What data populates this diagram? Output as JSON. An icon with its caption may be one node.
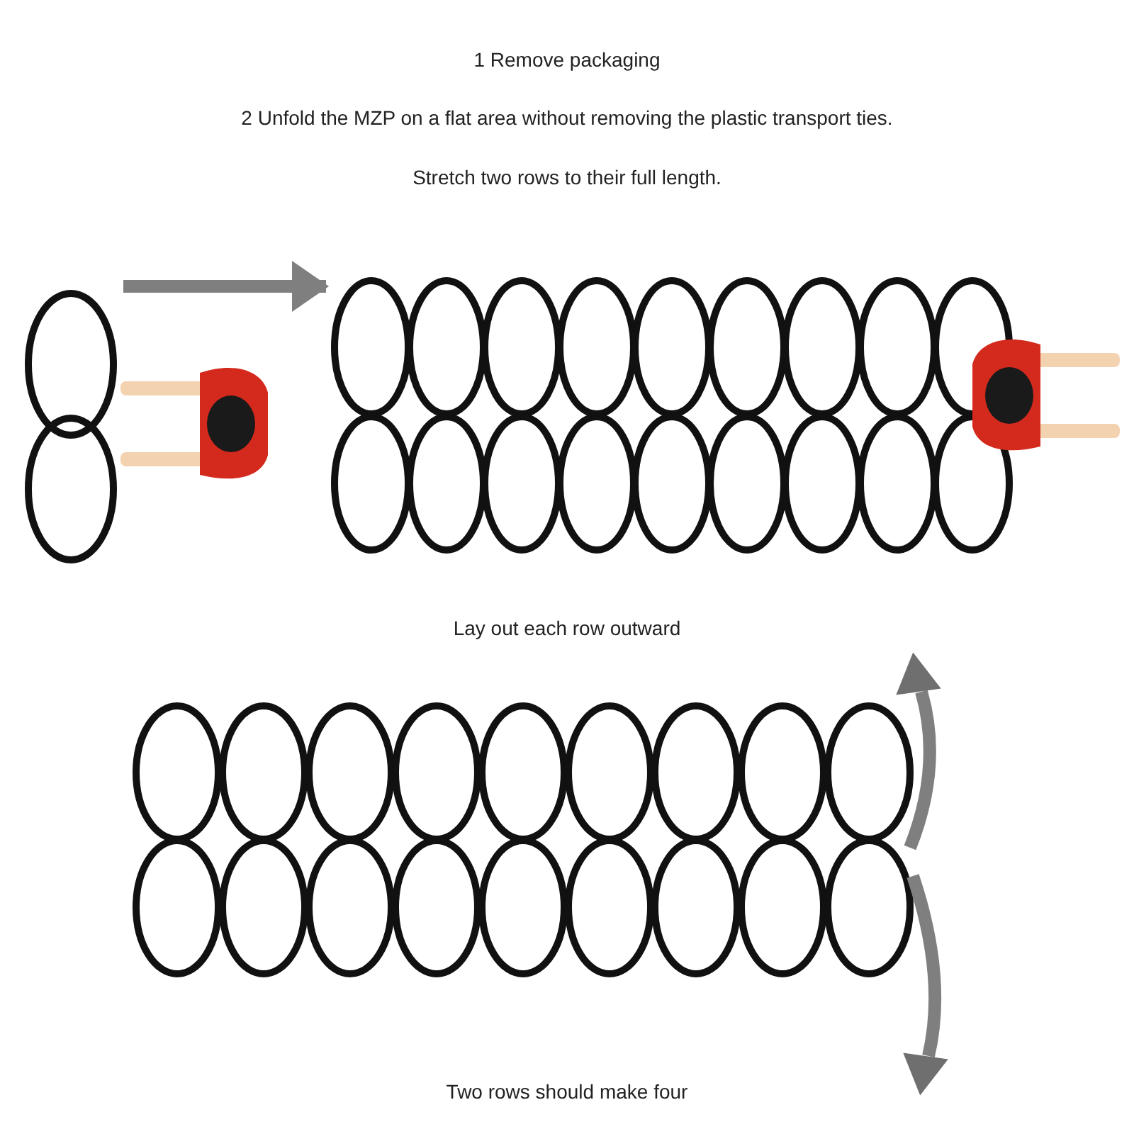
{
  "diagram": {
    "nodes": [
      {
        "text": [],
        "shape": "picture"
      },
      {
        "text": [],
        "shape": "picture"
      }
    ],
    "edges": [
      {
        "from": 0,
        "to": 1,
        "arrow": "to"
      }
    ],
    "labels": [
      "1 Remove packaging",
      "2 Unfold the MZP on a flat area without removing the plastic transport ties.",
      "Stretch two rows to their full length.",
      "Lay out each row outward",
      "Two rows should make four"
    ]
  }
}
